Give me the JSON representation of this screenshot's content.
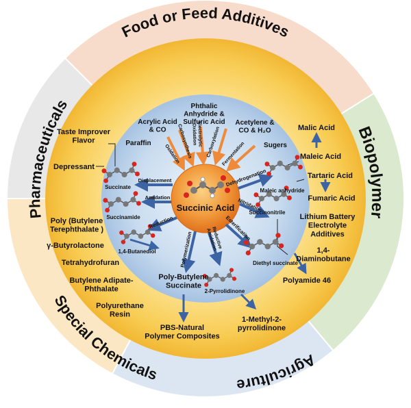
{
  "sectors": {
    "food": "Food or Feed Additives",
    "biopolymer": "Biopolymer",
    "agriculture": "Agriculture",
    "special": "Special Chemicals",
    "pharma": "Pharmaceuticals"
  },
  "center": {
    "label": "Succinic Acid"
  },
  "feedstocks": {
    "acrylic": [
      "Acrylic Acid",
      "& CO"
    ],
    "phthalic": [
      "Phthalic",
      "Anhydride &",
      "Sulfuric Acid"
    ],
    "acetylene": [
      "Acetylene &",
      "CO & H₂O"
    ],
    "paraffin": "Paraffin",
    "sugers": "Sugers"
  },
  "reactions": {
    "oxidation": "Oxidation",
    "carbosynthesis": "Carbosynthesis",
    "electro": [
      "Electrolytic",
      "Oxidation"
    ],
    "carboxylation": "Carboxylation",
    "fermentation": "Fermentation",
    "dehydrogenation": "Dehydrogenation",
    "displacement": "Displacement",
    "amidation": "Amidation",
    "nitridation": "Nitridation",
    "reduction": "Reduction",
    "esterification": "Esterification",
    "polymerization": "Polymerization",
    "reductive_amination": [
      "Reductive",
      "Amidation"
    ]
  },
  "products": {
    "succinate": "Succinate",
    "maleic_anhydride": "Maleic anhydride",
    "succinamide": "Succinamide",
    "succinonitrile": "Succinonitrile",
    "butanediol": "1,4-Butanediol",
    "diethyl_succinate": "Diethyl succinate",
    "pyrrolidinone": "2-Pyrrolidinone",
    "pbs": [
      "Poly-Butylene",
      "Succinate"
    ]
  },
  "outer_labels": {
    "taste": [
      "Taste Improver",
      "Flavor"
    ],
    "depressant": "Depressant",
    "pbt": [
      "Poly (Butylene",
      "Terephthalate )"
    ],
    "gbl": "γ-Butyrolactone",
    "thf": "Tetrahydrofuran",
    "bap": [
      "Butylene Adipate-",
      "Phthalate"
    ],
    "pu": [
      "Polyurethane",
      "Resin"
    ],
    "pbs_comp": [
      "PBS-Natural",
      "Polymer Composites"
    ],
    "nmp": [
      "1-Methyl-2-",
      "pyrrolidinone"
    ],
    "malic": "Malic Acid",
    "maleic": "Maleic Acid",
    "tartaric": "Tartaric Acid",
    "fumaric": "Fumaric Acid",
    "lithium": [
      "Lithium Battery",
      "Electrolyte",
      "Additives"
    ],
    "dab": [
      "1,4-",
      "Diaminobutane"
    ],
    "pa46": "Polyamide 46"
  },
  "colors": {
    "food": "#f8dccb",
    "biopolymer": "#dbe9cf",
    "agriculture": "#dce6f2",
    "special": "#fbe7c4",
    "pharma": "#e8e8e8",
    "orange_ring": "#f6c244",
    "blue_disc": "#b5cde6",
    "center": "#e87a22",
    "arrow_blue": "#3c64a4",
    "arrow_orange": "#ee8a3a",
    "pbs_red": "#c0101a"
  }
}
